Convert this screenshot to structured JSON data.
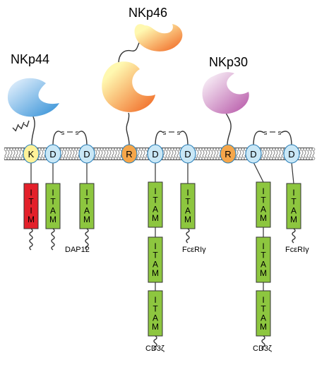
{
  "receptors": [
    {
      "name": "NKp44",
      "colors": {
        "light": "#eef6ff",
        "dark": "#2f8ed6"
      }
    },
    {
      "name": "NKp46",
      "colors": {
        "light": "#fff8b0",
        "dark": "#f0621e"
      }
    },
    {
      "name": "NKp30",
      "colors": {
        "light": "#ffffff",
        "dark": "#b553a6"
      }
    }
  ],
  "nodes": [
    {
      "letter": "K",
      "color": "#fff299"
    },
    {
      "letter": "D",
      "color": "#c9e7f6"
    },
    {
      "letter": "D",
      "color": "#c9e7f6"
    },
    {
      "letter": "R",
      "color": "#f5a64a"
    },
    {
      "letter": "D",
      "color": "#c9e7f6"
    },
    {
      "letter": "D",
      "color": "#c9e7f6"
    },
    {
      "letter": "R",
      "color": "#f5a64a"
    },
    {
      "letter": "D",
      "color": "#c9e7f6"
    },
    {
      "letter": "D",
      "color": "#c9e7f6"
    }
  ],
  "disulfide": "s",
  "motifs": {
    "itim": {
      "letters": [
        "I",
        "T",
        "I",
        "M"
      ],
      "color": "#e3202a"
    },
    "itam": {
      "letters": [
        "I",
        "T",
        "A",
        "M"
      ],
      "color": "#8dc63f"
    }
  },
  "chain_labels": {
    "dap12": "DAP12",
    "fcer1g_1": "FcεRIγ",
    "cd3z_1": "CD3ζ",
    "fcer1g_2": "FcεRIγ",
    "cd3z_2": "CD3ζ"
  },
  "membrane": {
    "color": "#7a7a7a",
    "head_color": "#ffffff"
  }
}
